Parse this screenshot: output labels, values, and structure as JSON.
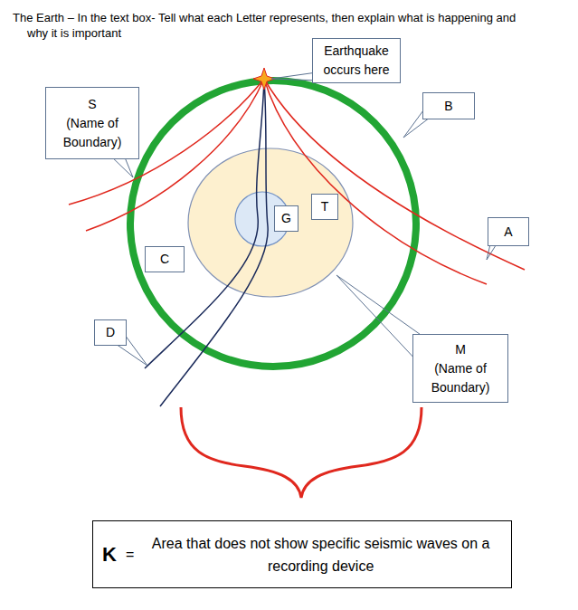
{
  "diagram": {
    "title": "The Earth – In the text box- Tell what each Letter represents, then explain what is happening and why it is important",
    "nodes": [
      {
        "text": [
          "Earthquake occurs here"
        ]
      },
      {
        "text": [
          "S",
          "(Name of Boundary)"
        ]
      },
      {
        "text": [
          "B"
        ]
      },
      {
        "text": [
          "T"
        ]
      },
      {
        "text": [
          "G"
        ]
      },
      {
        "text": [
          "A"
        ]
      },
      {
        "text": [
          "C"
        ]
      },
      {
        "text": [
          "D"
        ]
      },
      {
        "text": [
          "M",
          "(Name of Boundary)"
        ]
      },
      {
        "text": [
          "K",
          "=",
          "Area that does not show specific seismic waves on a recording device"
        ]
      }
    ]
  }
}
